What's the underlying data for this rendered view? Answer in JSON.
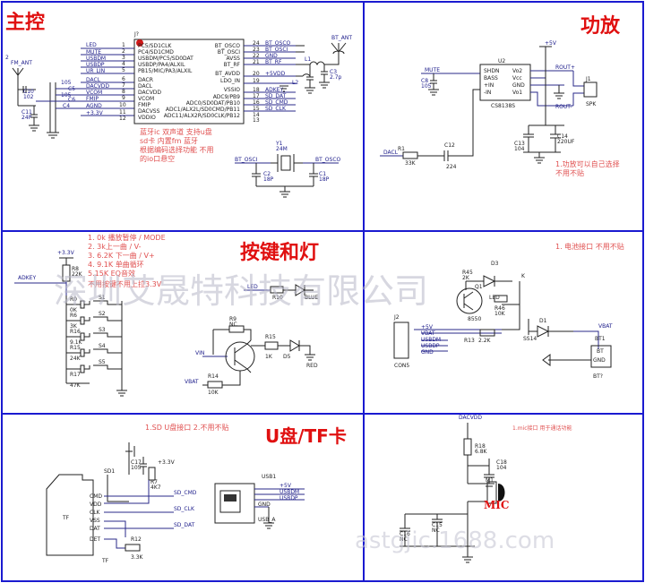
{
  "sections": {
    "main": {
      "title": "主控",
      "note": [
        "蓝牙ic   双声道   支持u盘",
        "sd卡  内置fm   蓝牙",
        "根据编码选择功能  不用",
        "的io口悬空"
      ]
    },
    "amp": {
      "title": "功放",
      "note": [
        "1.功放可以自己选择",
        "不用不贴"
      ]
    },
    "keys": {
      "title": "按键和灯",
      "note": [
        "1. 0k 播放暂停 / MODE",
        "2. 3k上一曲 / V-",
        "3. 6.2K 下一曲 / V+",
        "4. 9.1K 单曲循环",
        "5.15K EQ音效",
        "不用按键不用上拉3.3V"
      ]
    },
    "battery": {
      "note": [
        "1. 电池接口  不用不贴"
      ]
    },
    "usb": {
      "title": "U盘/TF卡",
      "note": [
        "1.SD  U盘接口   2.不用不贴"
      ]
    },
    "mic": {
      "note": [
        "1.mic接口  用于通话功能"
      ],
      "label": "MIC"
    }
  },
  "chip": {
    "ref": "J?",
    "left_pins": [
      "LED",
      "MUTE",
      "USBDM",
      "USBDP",
      "UR_LIN",
      "DACL",
      "DACVDD",
      "VCOM",
      "FMIP",
      "AGND",
      "+3.3V"
    ],
    "inner_left": [
      "PC5/SD1CLK",
      "PC4/SD1CMD",
      "USBDM/PC5/SD0DAT",
      "USBDP/PA4/ALXIL",
      "PB15/MIC/PA3/ALXIL",
      "DACR",
      "DACL",
      "DACVDD",
      "VCOM",
      "FMIP",
      "DACVSS",
      "VDDIO"
    ],
    "inner_right": [
      "BT_OSCO",
      "BT_OSCI",
      "AVSS",
      "BT_RF",
      "BT_AVDD",
      "LDO_IN",
      "VSSIO",
      "ADC9/PB9",
      "ADC0/SD0DAT/PB10",
      "ADC1/ALX2L/SD0CMD/PB11",
      "ADC11/ALX2R/SD0CLK/PB12"
    ],
    "right_pins": [
      "BT_OSCO",
      "BT_OSCI",
      "GND",
      "BT_RF",
      "+5VDD",
      "",
      "ADKEY",
      "SD_DAT",
      "SD_CMD",
      "SD_CLK"
    ],
    "right_nums": [
      "24",
      "23",
      "22",
      "21",
      "20",
      "19",
      "18",
      "17",
      "16",
      "15",
      "14",
      "13"
    ],
    "left_nums": [
      "1",
      "2",
      "3",
      "4",
      "5",
      "6",
      "7",
      "8",
      "9",
      "10",
      "11",
      "12"
    ]
  },
  "parts": {
    "fm_ant": "FM_ANT",
    "bt_ant": "BT_ANT",
    "c10": "C10",
    "c10v": "102",
    "c11": "C11",
    "c11v": "24P",
    "c5": "C5",
    "c5v": "105",
    "c6": "C6",
    "c4": "C4",
    "c4v": "105",
    "c3": "C3",
    "c3v": "2.7p",
    "l1": "L1",
    "l2": "L2",
    "y1": "Y1",
    "y1v": "24M",
    "bt_osci": "BT_OSCI",
    "bt_osco": "BT_OSCO",
    "c2": "C2",
    "c2v": "18P",
    "c1": "C1",
    "c1v": "18P",
    "u2": "U2",
    "u2name": "CS8138S",
    "u2_left": [
      "SHDN",
      "BASS",
      "+IN",
      "-IN"
    ],
    "u2_right": [
      "Vo2",
      "Vcc",
      "GND",
      "Vo1"
    ],
    "mute": "MUTE",
    "c8": "C8",
    "c8v": "105",
    "p5v": "+5V",
    "rout_p": "ROUT+",
    "rout_m": "ROUT-",
    "j1": "J1",
    "spk": "SPK",
    "dacl": "DACL",
    "r1": "R1",
    "r1v": "33K",
    "c12": "C12",
    "c12v": "224",
    "c13": "C13",
    "c13v": "104",
    "c14": "C14",
    "c14v": "220UF",
    "adkey": "ADKEY",
    "v33": "+3.3V",
    "r8": "R8",
    "r8v": "22K",
    "sw_labels": [
      "S1",
      "S2",
      "S3",
      "S4",
      "S5"
    ],
    "r_labels": [
      "R0",
      "R6",
      "R16",
      "R15",
      "R17"
    ],
    "r_values": [
      "0K",
      "3K",
      "9.1K",
      "24K",
      "47K"
    ],
    "led": "LED",
    "r10": "R10",
    "blue": "BLUE",
    "r9": "R9",
    "nc": "NC",
    "vin": "VIN",
    "r15": "R15",
    "r15v": "1K",
    "d5": "D5",
    "red": "RED",
    "vbat": "VBAT",
    "r14": "R14",
    "r14v": "10K",
    "r45": "R45",
    "r45v": "2K",
    "d3": "D3",
    "k": "K",
    "r46": "R46",
    "r46v": "10K",
    "led2": "LED",
    "q1": "Q1",
    "q1v": "8550",
    "r13": "R13",
    "r13v": "2.2K",
    "d1": "D1",
    "d1v": "SS14",
    "j2": "J2",
    "con5": "CON5",
    "j2pins": [
      "+5V",
      "VBAT",
      "USBDM",
      "USBDP",
      "GND"
    ],
    "vbat2": "VBAT",
    "bt1": "BT1",
    "bt": "BT",
    "gnd": "GND",
    "bt_label": "BT?",
    "sd1": "SD1",
    "c17": "C17",
    "c17v": "105",
    "r7": "R7",
    "r7v": "4K7",
    "sd_pins": [
      "CMD",
      "VDD",
      "CLK",
      "VSS",
      "DAT",
      "DET"
    ],
    "tf": "TF",
    "tf2": "TF",
    "sd_cmd": "SD_CMD",
    "sd_clk": "SD_CLK",
    "sd_dat": "SD_DAT",
    "r12": "R12",
    "r12v": "3.3K",
    "usb1": "USB1",
    "usb_pins": [
      "+5V",
      "USBDM",
      "USBDP",
      "GND"
    ],
    "usb_a": "USB_A",
    "dacvdd": "DACVDD",
    "r18": "R18",
    "r18v": "6.8K",
    "mic1": "MIC",
    "c18": "C18",
    "c18v": "104",
    "m1": "M1",
    "c16": "C16",
    "c15": "C15",
    "c16v": "NC",
    "c15v": "NC"
  },
  "watermark": "深圳艾晟特科技有限公司",
  "watermark2": "astgjic.1688.com"
}
